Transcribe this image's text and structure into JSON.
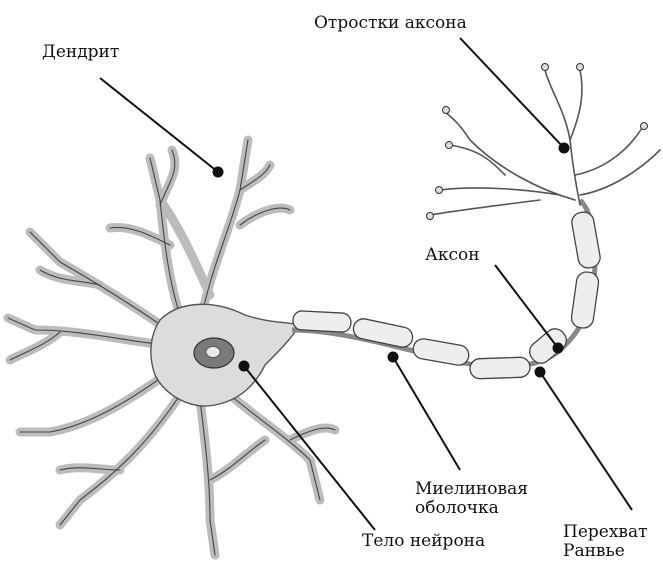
{
  "labels": {
    "dendrite": "Дендрит",
    "axon_terminals": "Отростки аксона",
    "axon": "Аксон",
    "myelin_line1": "Миелиновая",
    "myelin_line2": "оболочка",
    "cell_body": "Тело нейрона",
    "ranvier_line1": "Перехват",
    "ranvier_line2": "Ранвье"
  },
  "colors": {
    "ink": "#1a1a1a",
    "body_fill": "#d9d9d9",
    "body_stroke": "#555555",
    "nucleus": "#6a6a6a",
    "myelin_fill": "#eeeeee",
    "myelin_stroke": "#444444"
  }
}
